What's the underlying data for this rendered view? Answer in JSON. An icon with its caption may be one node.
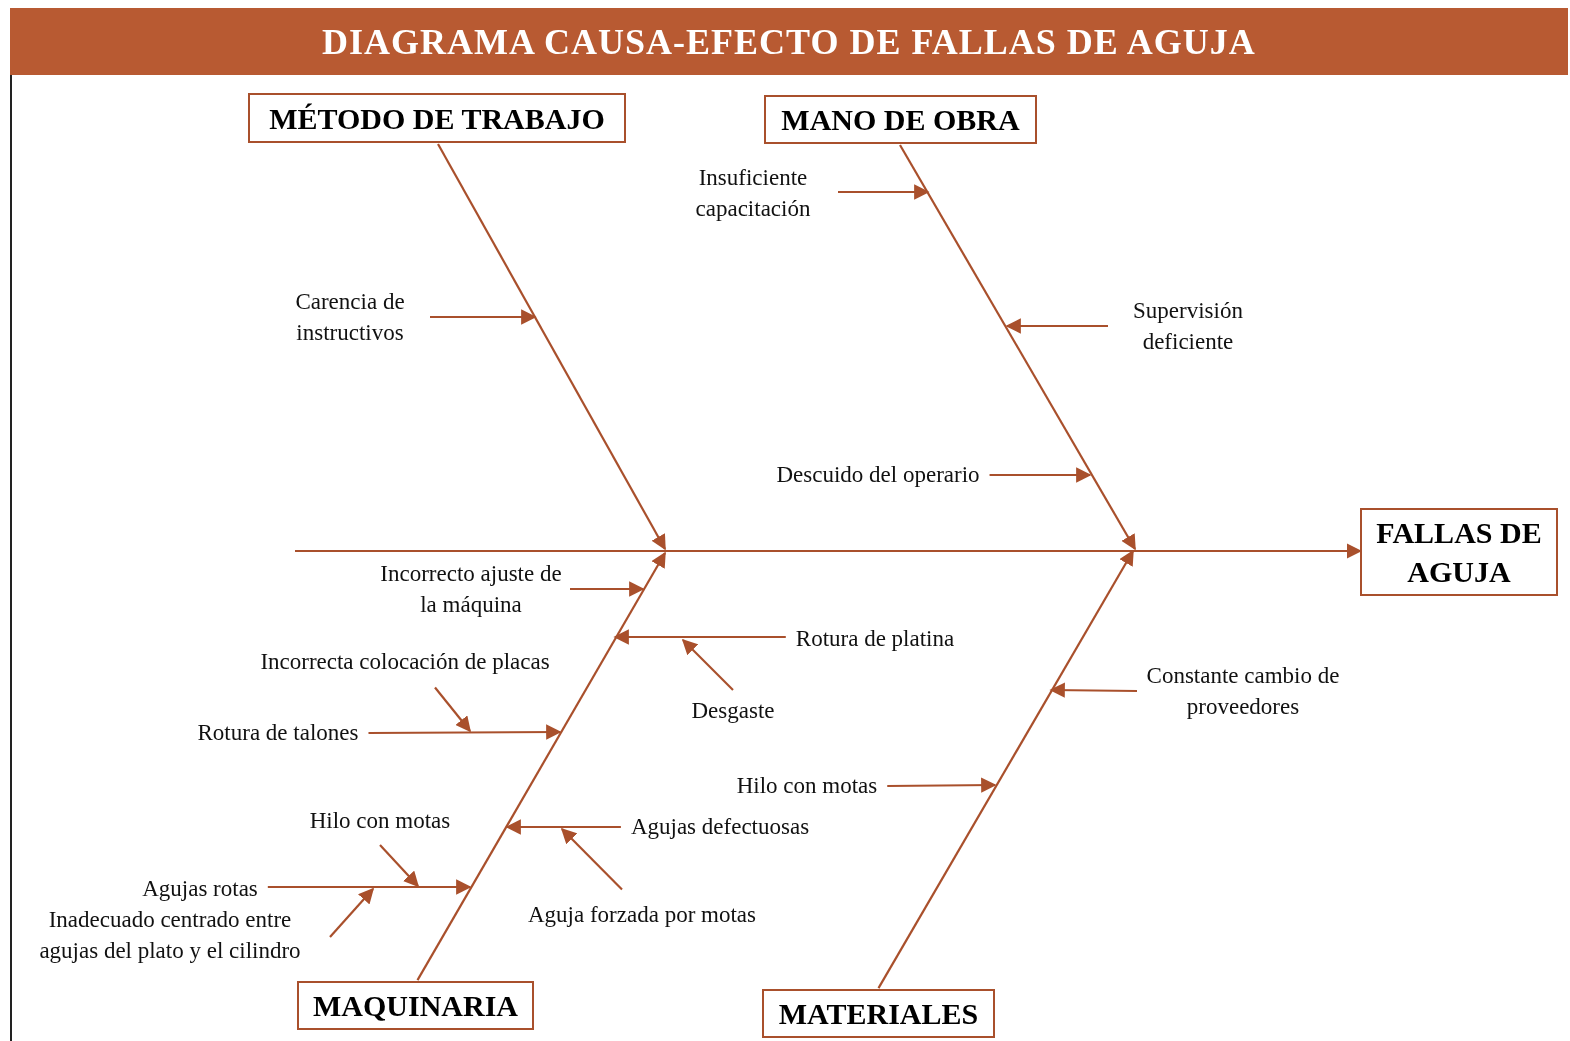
{
  "diagram": {
    "title": "DIAGRAMA CAUSA-EFECTO DE FALLAS DE AGUJA",
    "nodes": [
      {
        "text": [
          "MÉTODO DE TRABAJO"
        ]
      },
      {
        "text": [
          "MANO DE OBRA"
        ]
      },
      {
        "text": [
          "FALLAS DE AGUJA"
        ]
      },
      {
        "text": [
          "MAQUINARIA"
        ]
      },
      {
        "text": [
          "MATERIALES"
        ]
      },
      {
        "text": [
          "Carencia de instructivos"
        ]
      },
      {
        "text": [
          "Insuficiente capacitación"
        ]
      },
      {
        "text": [
          "Supervisión deficiente"
        ]
      },
      {
        "text": [
          "Descuido del operario"
        ]
      },
      {
        "text": [
          "Incorrecto ajuste de la máquina"
        ]
      },
      {
        "text": [
          "Rotura de platina"
        ]
      },
      {
        "text": [
          "Desgaste"
        ]
      },
      {
        "text": [
          "Incorrecta colocación de placas"
        ]
      },
      {
        "text": [
          "Rotura de talones"
        ]
      },
      {
        "text": [
          "Hilo con motas"
        ]
      },
      {
        "text": [
          "Agujas defectuosas"
        ]
      },
      {
        "text": [
          "Agujas rotas"
        ]
      },
      {
        "text": [
          "Aguja forzada por motas"
        ]
      },
      {
        "text": [
          "Inadecuado centrado entre agujas del plato y el cilindro"
        ]
      },
      {
        "text": [
          "Constante cambio de proveedores"
        ]
      },
      {
        "text": [
          "Hilo con motas"
        ]
      }
    ],
    "edges": [
      {
        "from": null,
        "to": 2,
        "arrow": "to"
      },
      {
        "from": 0,
        "to": null,
        "arrow": "to"
      },
      {
        "from": 1,
        "to": null,
        "arrow": "to"
      },
      {
        "from": 3,
        "to": null,
        "arrow": "to"
      },
      {
        "from": 4,
        "to": null,
        "arrow": "to"
      },
      {
        "from": 5,
        "to": null,
        "arrow": "to"
      },
      {
        "from": 6,
        "to": null,
        "arrow": "to"
      },
      {
        "from": 7,
        "to": null,
        "arrow": "to"
      },
      {
        "from": 8,
        "to": null,
        "arrow": "to"
      },
      {
        "from": 9,
        "to": null,
        "arrow": "to"
      },
      {
        "from": 10,
        "to": null,
        "arrow": "to"
      },
      {
        "from": 11,
        "to": null,
        "arrow": "to"
      },
      {
        "from": 12,
        "to": null,
        "arrow": "to"
      },
      {
        "from": 13,
        "to": null,
        "arrow": "to"
      },
      {
        "from": 14,
        "to": null,
        "arrow": "to"
      },
      {
        "from": 15,
        "to": null,
        "arrow": "to"
      },
      {
        "from": 16,
        "to": null,
        "arrow": "to"
      },
      {
        "from": 17,
        "to": null,
        "arrow": "to"
      },
      {
        "from": 18,
        "to": null,
        "arrow": "to"
      },
      {
        "from": 19,
        "to": null,
        "arrow": "to"
      },
      {
        "from": 20,
        "to": null,
        "arrow": "to"
      }
    ]
  }
}
